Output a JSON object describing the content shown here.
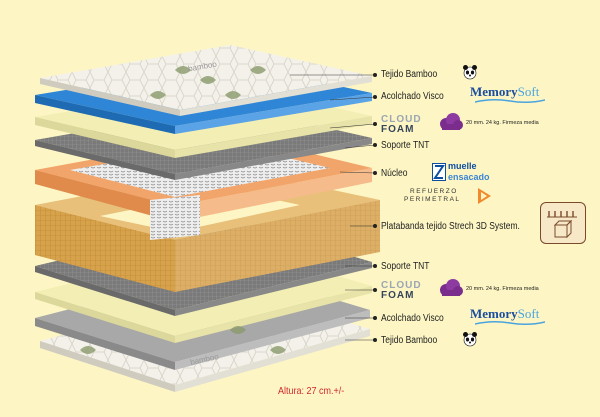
{
  "labels": {
    "tejido_bamboo_top": "Tejido Bamboo",
    "acolchado_visco_top": "Acolchado Visco",
    "soporte_tnt_top": "Soporte TNT",
    "nucleo": "Núcleo",
    "platabanda": "Platabanda tejido Strech 3D System.",
    "soporte_tnt_bottom": "Soporte TNT",
    "acolchado_visco_bottom": "Acolchado Visco",
    "tejido_bamboo_bottom": "Tejido Bamboo",
    "altura": "Altura: 27 cm.+/-"
  },
  "brands": {
    "memory": "Memory",
    "soft": "Soft",
    "cloud": "CLOUD",
    "foam": "FOAM",
    "cloudfoam_spec_top": "20 mm. 24 kg. Firmeza media",
    "cloudfoam_spec_bottom": "20 mm. 24 kg. Firmeza media",
    "muelle": "muelle",
    "ensacado": "ensacado",
    "refuerzo1": "REFUERZO",
    "refuerzo2": "PERIMETRAL",
    "fabric_print": "bamboo"
  },
  "icons": [
    "panda-icon",
    "cloud-icon",
    "spring-icon",
    "play-icon",
    "mattress-3d-icon"
  ],
  "colors": {
    "background": "#fdf6c4",
    "blue_layer": "#2f86d6",
    "cream_layer": "#f3efb4",
    "orange_frame": "#f2a56a",
    "gold_band": "#d7a24c",
    "grey_layer": "#9c9c9c",
    "red_text": "#d3282e"
  }
}
